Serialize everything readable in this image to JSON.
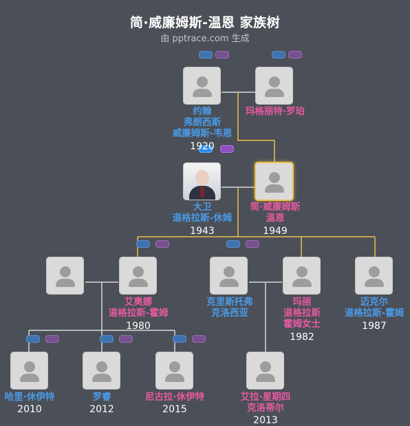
{
  "header": {
    "title": "简·威廉姆斯-温恩 家族树",
    "subtitle": "由 pptrace.com 生成"
  },
  "colors": {
    "background": "#4b4f57",
    "male_text": "#4a9be8",
    "female_text": "#e75aa0",
    "highlight_line": "#e9c04a",
    "line": "#d8d8d8"
  },
  "people": [
    {
      "id": "john",
      "gender": "male",
      "lines": [
        "约翰",
        "弗朗西斯",
        "威廉姆斯-韦恩"
      ],
      "year": "1920"
    },
    {
      "id": "margaret",
      "gender": "female",
      "lines": [
        "玛格丽特·罗珀"
      ],
      "year": ""
    },
    {
      "id": "david",
      "gender": "male",
      "lines": [
        "大卫",
        "道格拉斯-休姆"
      ],
      "year": "1943",
      "photo": true
    },
    {
      "id": "jane",
      "gender": "female",
      "lines": [
        "简·威廉姆斯",
        "温恩"
      ],
      "year": "1949",
      "focus": true
    },
    {
      "id": "c1",
      "gender": "unknown",
      "lines": [],
      "year": ""
    },
    {
      "id": "iona",
      "gender": "female",
      "lines": [
        "艾奥娜",
        "道格拉斯-霍姆"
      ],
      "year": "1980"
    },
    {
      "id": "christopher",
      "gender": "male",
      "lines": [
        "克里斯托弗",
        "克洛西亚"
      ],
      "year": ""
    },
    {
      "id": "mary",
      "gender": "female",
      "lines": [
        "玛丽",
        "道格拉斯",
        "霍姆女士"
      ],
      "year": "1982"
    },
    {
      "id": "michael",
      "gender": "male",
      "lines": [
        "迈克尔",
        "道格拉斯-霍姆"
      ],
      "year": "1987"
    },
    {
      "id": "harry",
      "gender": "male",
      "lines": [
        "哈里·休伊特"
      ],
      "year": "2010"
    },
    {
      "id": "rory",
      "gender": "male",
      "lines": [
        "罗睿"
      ],
      "year": "2012"
    },
    {
      "id": "nicola",
      "gender": "female",
      "lines": [
        "尼古拉·休伊特"
      ],
      "year": "2015"
    },
    {
      "id": "ella",
      "gender": "female",
      "lines": [
        "艾拉·星期四",
        "克洛蒂尔"
      ],
      "year": "2013"
    }
  ]
}
